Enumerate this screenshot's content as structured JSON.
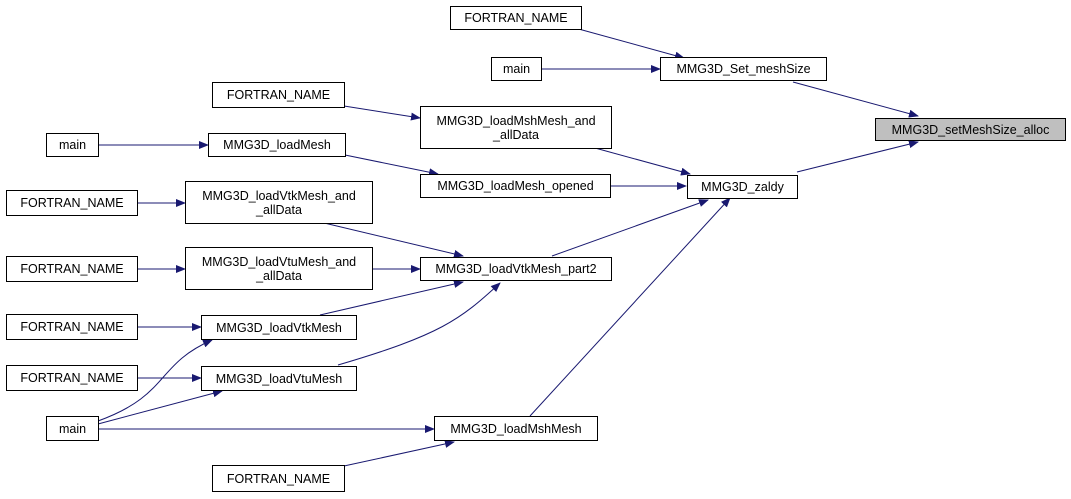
{
  "graph": {
    "nodes": {
      "setMeshSize_alloc": "MMG3D_setMeshSize_alloc",
      "set_meshSize": "MMG3D_Set_meshSize",
      "zaldy": "MMG3D_zaldy",
      "fortran_1": "FORTRAN_NAME",
      "main_1": "main",
      "fortran_2": "FORTRAN_NAME",
      "loadMshMesh_and_allData": "MMG3D_loadMshMesh_and\n_allData",
      "main_2": "main",
      "loadMesh": "MMG3D_loadMesh",
      "loadMesh_opened": "MMG3D_loadMesh_opened",
      "fortran_3": "FORTRAN_NAME",
      "loadVtkMesh_and_allData": "MMG3D_loadVtkMesh_and\n_allData",
      "fortran_4": "FORTRAN_NAME",
      "loadVtuMesh_and_allData": "MMG3D_loadVtuMesh_and\n_allData",
      "loadVtkMesh_part2": "MMG3D_loadVtkMesh_part2",
      "fortran_5": "FORTRAN_NAME",
      "loadVtkMesh": "MMG3D_loadVtkMesh",
      "fortran_6": "FORTRAN_NAME",
      "loadVtuMesh": "MMG3D_loadVtuMesh",
      "main_3": "main",
      "loadMshMesh": "MMG3D_loadMshMesh",
      "fortran_7": "FORTRAN_NAME"
    },
    "edge_color": "#191970",
    "focus_color": "#bfbfbf"
  }
}
